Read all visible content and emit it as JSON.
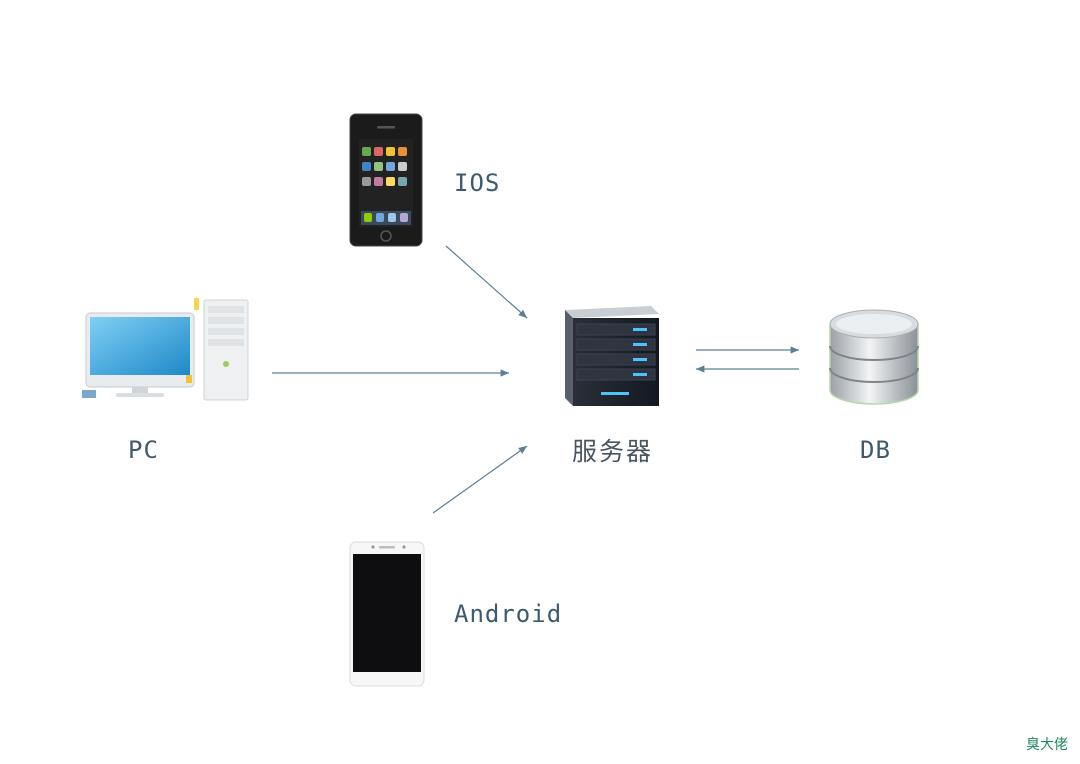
{
  "nodes": {
    "ios": {
      "label": "IOS"
    },
    "pc": {
      "label": "PC"
    },
    "server": {
      "label": "服务器"
    },
    "db": {
      "label": "DB"
    },
    "android": {
      "label": "Android"
    }
  },
  "watermark": "臭大佬",
  "colors": {
    "arrow": "#5b7f94",
    "label": "#3d5a70",
    "watermark": "#1f8a5a"
  },
  "icons": [
    "iphone-icon",
    "desktop-pc-icon",
    "server-rack-icon",
    "database-icon",
    "android-phone-icon"
  ]
}
